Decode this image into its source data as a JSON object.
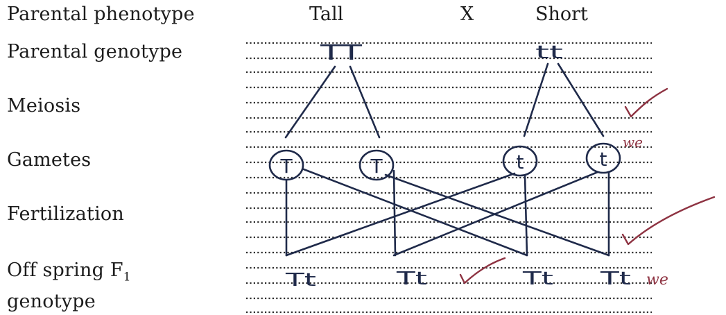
{
  "labels": {
    "parental_phenotype": "Parental phenotype",
    "parental_genotype": "Parental genotype",
    "meiosis": "Meiosis",
    "gametes": "Gametes",
    "fertilization": "Fertilization",
    "offspring_line1": "Off spring F",
    "offspring_subscript": "1",
    "offspring_line2": "genotype"
  },
  "header": {
    "parent1_phenotype": "Tall",
    "cross_symbol": "X",
    "parent2_phenotype": "Short"
  },
  "handwritten": {
    "parent1_genotype": "TT",
    "parent2_genotype": "tt",
    "gametes": [
      "T",
      "T",
      "t",
      "t"
    ],
    "offspring": [
      "Tt",
      "Tt",
      "Tt",
      "Tt"
    ],
    "marker_notes": [
      "we",
      "we"
    ]
  },
  "colors": {
    "ink": "#1f2a4a",
    "marker": "#8e3342",
    "rule_line": "#2c2c2c",
    "paper": "#ffffff"
  }
}
